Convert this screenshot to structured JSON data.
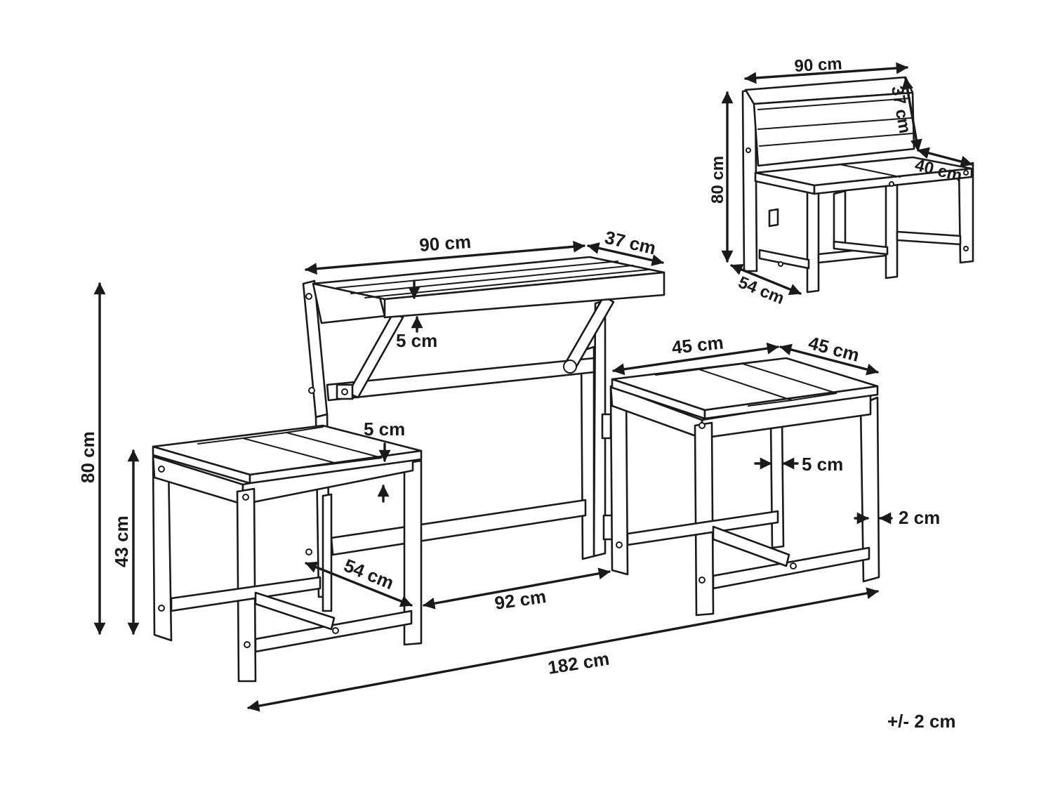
{
  "dimensions": {
    "table_width": "90 cm",
    "table_depth": "37 cm",
    "table_top_thickness": "5 cm",
    "overall_height": "80 cm",
    "stool_height": "43 cm",
    "stool_seat_thickness": "5 cm",
    "stool_depth": "54 cm",
    "gap_between_stools": "92 cm",
    "overall_length": "182 cm",
    "stool_right_width": "45 cm",
    "stool_right_depth": "45 cm",
    "leg_width": "5 cm",
    "leg_inset": "2 cm",
    "bench_width": "90 cm",
    "bench_back_depth": "37 cm",
    "bench_height": "80 cm",
    "bench_seat_depth": "40 cm",
    "bench_depth": "54 cm"
  },
  "note": {
    "tolerance": "+/- 2 cm"
  }
}
